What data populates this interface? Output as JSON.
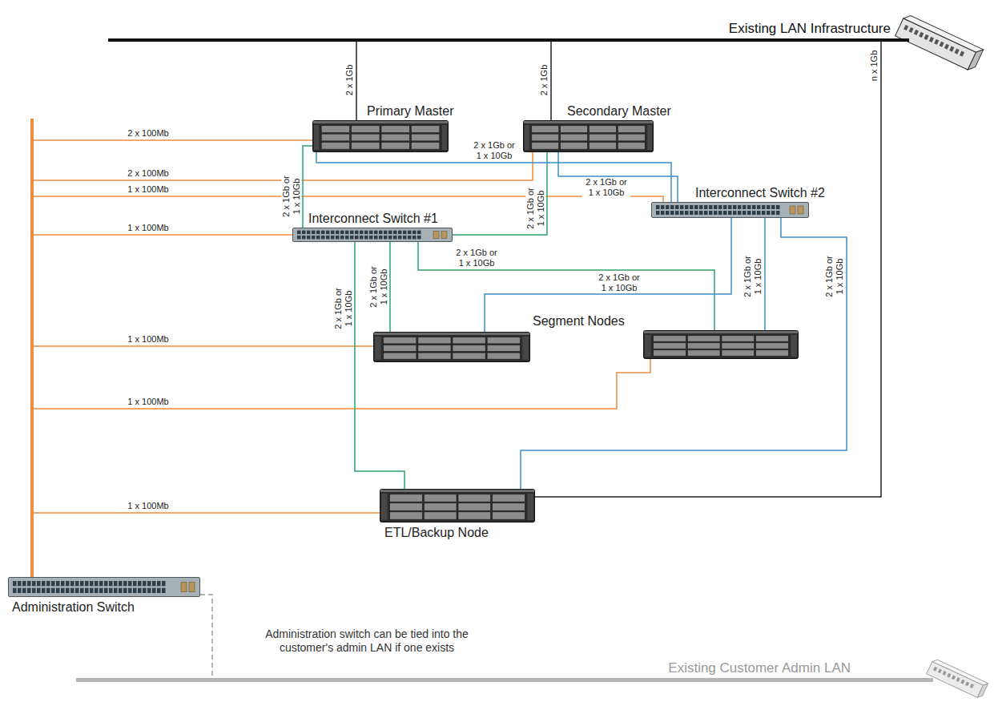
{
  "diagram": {
    "nodes": [
      {
        "text": [
          "Existing LAN Infrastructure"
        ]
      },
      {
        "text": [
          "Primary Master"
        ]
      },
      {
        "text": [
          "Secondary Master"
        ]
      },
      {
        "text": [
          "Interconnect Switch #1"
        ]
      },
      {
        "text": [
          "Interconnect Switch #2"
        ]
      },
      {
        "text": []
      },
      {
        "text": [
          "Segment Nodes"
        ]
      },
      {
        "text": [
          "ETL/Backup Node"
        ]
      },
      {
        "text": [
          "Administration Switch"
        ]
      },
      {
        "text": [
          "Existing Customer Admin LAN"
        ]
      }
    ],
    "edges": [
      {
        "from": 0,
        "to": 1,
        "arrow": "none",
        "label": "2 x 1Gb"
      },
      {
        "from": 0,
        "to": 2,
        "arrow": "none",
        "label": "2 x 1Gb"
      },
      {
        "from": 0,
        "to": 7,
        "arrow": "none",
        "label": "n x 1Gb"
      },
      {
        "from": 8,
        "to": 1,
        "arrow": "none",
        "label": "2 x 100Mb"
      },
      {
        "from": 8,
        "to": 2,
        "arrow": "none",
        "label": "2 x 100Mb"
      },
      {
        "from": 8,
        "to": 4,
        "arrow": "none",
        "label": "1 x 100Mb"
      },
      {
        "from": 8,
        "to": 3,
        "arrow": "none",
        "label": "1 x 100Mb"
      },
      {
        "from": 8,
        "to": 5,
        "arrow": "none",
        "label": "1 x 100Mb"
      },
      {
        "from": 8,
        "to": 6,
        "arrow": "none",
        "label": "1 x 100Mb"
      },
      {
        "from": 8,
        "to": 7,
        "arrow": "none",
        "label": "1 x 100Mb"
      },
      {
        "from": 8,
        "to": 9,
        "arrow": "none"
      },
      {
        "from": 1,
        "to": 3,
        "arrow": "none",
        "label": "2 x 1Gb or 1 x 10Gb"
      },
      {
        "from": 2,
        "to": 3,
        "arrow": "none",
        "label": "2 x 1Gb or 1 x 10Gb"
      },
      {
        "from": 3,
        "to": 5,
        "arrow": "none",
        "label": "2 x 1Gb or 1 x 10Gb"
      },
      {
        "from": 3,
        "to": 6,
        "arrow": "none",
        "label": "2 x 1Gb or 1 x 10Gb"
      },
      {
        "from": 3,
        "to": 7,
        "arrow": "none",
        "label": "2 x 1Gb or 1 x 10Gb"
      },
      {
        "from": 1,
        "to": 4,
        "arrow": "none",
        "label": "2 x 1Gb or 1 x 10Gb"
      },
      {
        "from": 2,
        "to": 4,
        "arrow": "none",
        "label": "2 x 1Gb or 1 x 10Gb"
      },
      {
        "from": 4,
        "to": 5,
        "arrow": "none",
        "label": "2 x 1Gb or 1 x 10Gb"
      },
      {
        "from": 4,
        "to": 6,
        "arrow": "none",
        "label": "2 x 1Gb or 1 x 10Gb"
      },
      {
        "from": 4,
        "to": 7,
        "arrow": "none",
        "label": "2 x 1Gb or 1 x 10Gb"
      }
    ],
    "labels": [
      "Administration switch can be tied into the customer's admin LAN if one exists"
    ]
  }
}
